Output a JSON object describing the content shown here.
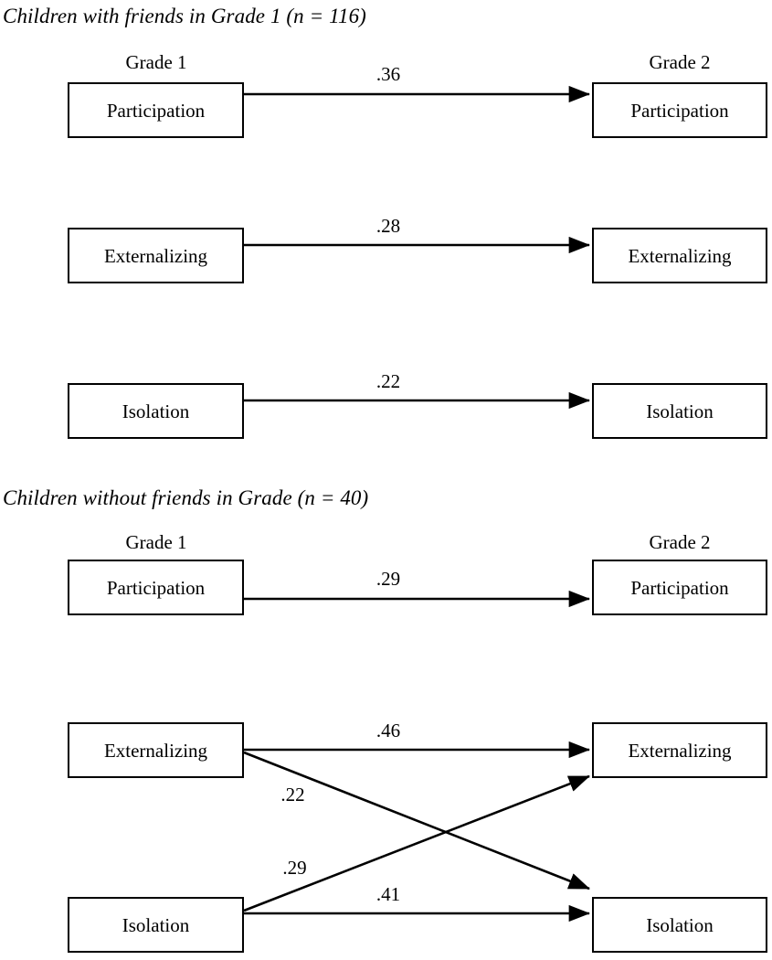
{
  "figure": {
    "type": "path-diagram",
    "panels": [
      {
        "id": "with-friends",
        "title": "Children with friends in Grade 1 (n = 116)",
        "column_headers": {
          "left": "Grade 1",
          "right": "Grade 2"
        },
        "nodes": {
          "left": [
            "Participation",
            "Externalizing",
            "Isolation"
          ],
          "right": [
            "Participation",
            "Externalizing",
            "Isolation"
          ]
        },
        "paths": [
          {
            "from": "Participation",
            "to": "Participation",
            "coefficient": ".36"
          },
          {
            "from": "Externalizing",
            "to": "Externalizing",
            "coefficient": ".28"
          },
          {
            "from": "Isolation",
            "to": "Isolation",
            "coefficient": ".22"
          }
        ]
      },
      {
        "id": "without-friends",
        "title": "Children without friends in Grade (n = 40)",
        "column_headers": {
          "left": "Grade 1",
          "right": "Grade 2"
        },
        "nodes": {
          "left": [
            "Participation",
            "Externalizing",
            "Isolation"
          ],
          "right": [
            "Participation",
            "Externalizing",
            "Isolation"
          ]
        },
        "paths": [
          {
            "from": "Participation",
            "to": "Participation",
            "coefficient": ".29"
          },
          {
            "from": "Externalizing",
            "to": "Externalizing",
            "coefficient": ".46"
          },
          {
            "from": "Externalizing",
            "to": "Isolation",
            "coefficient": ".22"
          },
          {
            "from": "Isolation",
            "to": "Externalizing",
            "coefficient": ".29"
          },
          {
            "from": "Isolation",
            "to": "Isolation",
            "coefficient": ".41"
          }
        ]
      }
    ],
    "colors": {
      "stroke": "#000000",
      "box_fill": "#ffffff",
      "text": "#000000",
      "background": "#ffffff"
    }
  },
  "chart_data": {
    "type": "diagram",
    "title": "Cross-lagged panel paths by friendship status",
    "panels": [
      {
        "group": "Children with friends in Grade 1",
        "n": 116,
        "waves": [
          "Grade 1",
          "Grade 2"
        ],
        "variables": [
          "Participation",
          "Externalizing",
          "Isolation"
        ],
        "edges": [
          {
            "source": "Participation (Grade 1)",
            "target": "Participation (Grade 2)",
            "value": 0.36,
            "label": ".36"
          },
          {
            "source": "Externalizing (Grade 1)",
            "target": "Externalizing (Grade 2)",
            "value": 0.28,
            "label": ".28"
          },
          {
            "source": "Isolation (Grade 1)",
            "target": "Isolation (Grade 2)",
            "value": 0.22,
            "label": ".22"
          }
        ]
      },
      {
        "group": "Children without friends in Grade",
        "n": 40,
        "waves": [
          "Grade 1",
          "Grade 2"
        ],
        "variables": [
          "Participation",
          "Externalizing",
          "Isolation"
        ],
        "edges": [
          {
            "source": "Participation (Grade 1)",
            "target": "Participation (Grade 2)",
            "value": 0.29,
            "label": ".29"
          },
          {
            "source": "Externalizing (Grade 1)",
            "target": "Externalizing (Grade 2)",
            "value": 0.46,
            "label": ".46"
          },
          {
            "source": "Externalizing (Grade 1)",
            "target": "Isolation (Grade 2)",
            "value": 0.22,
            "label": ".22"
          },
          {
            "source": "Isolation (Grade 1)",
            "target": "Externalizing (Grade 2)",
            "value": 0.29,
            "label": ".29"
          },
          {
            "source": "Isolation (Grade 1)",
            "target": "Isolation (Grade 2)",
            "value": 0.41,
            "label": ".41"
          }
        ]
      }
    ]
  }
}
